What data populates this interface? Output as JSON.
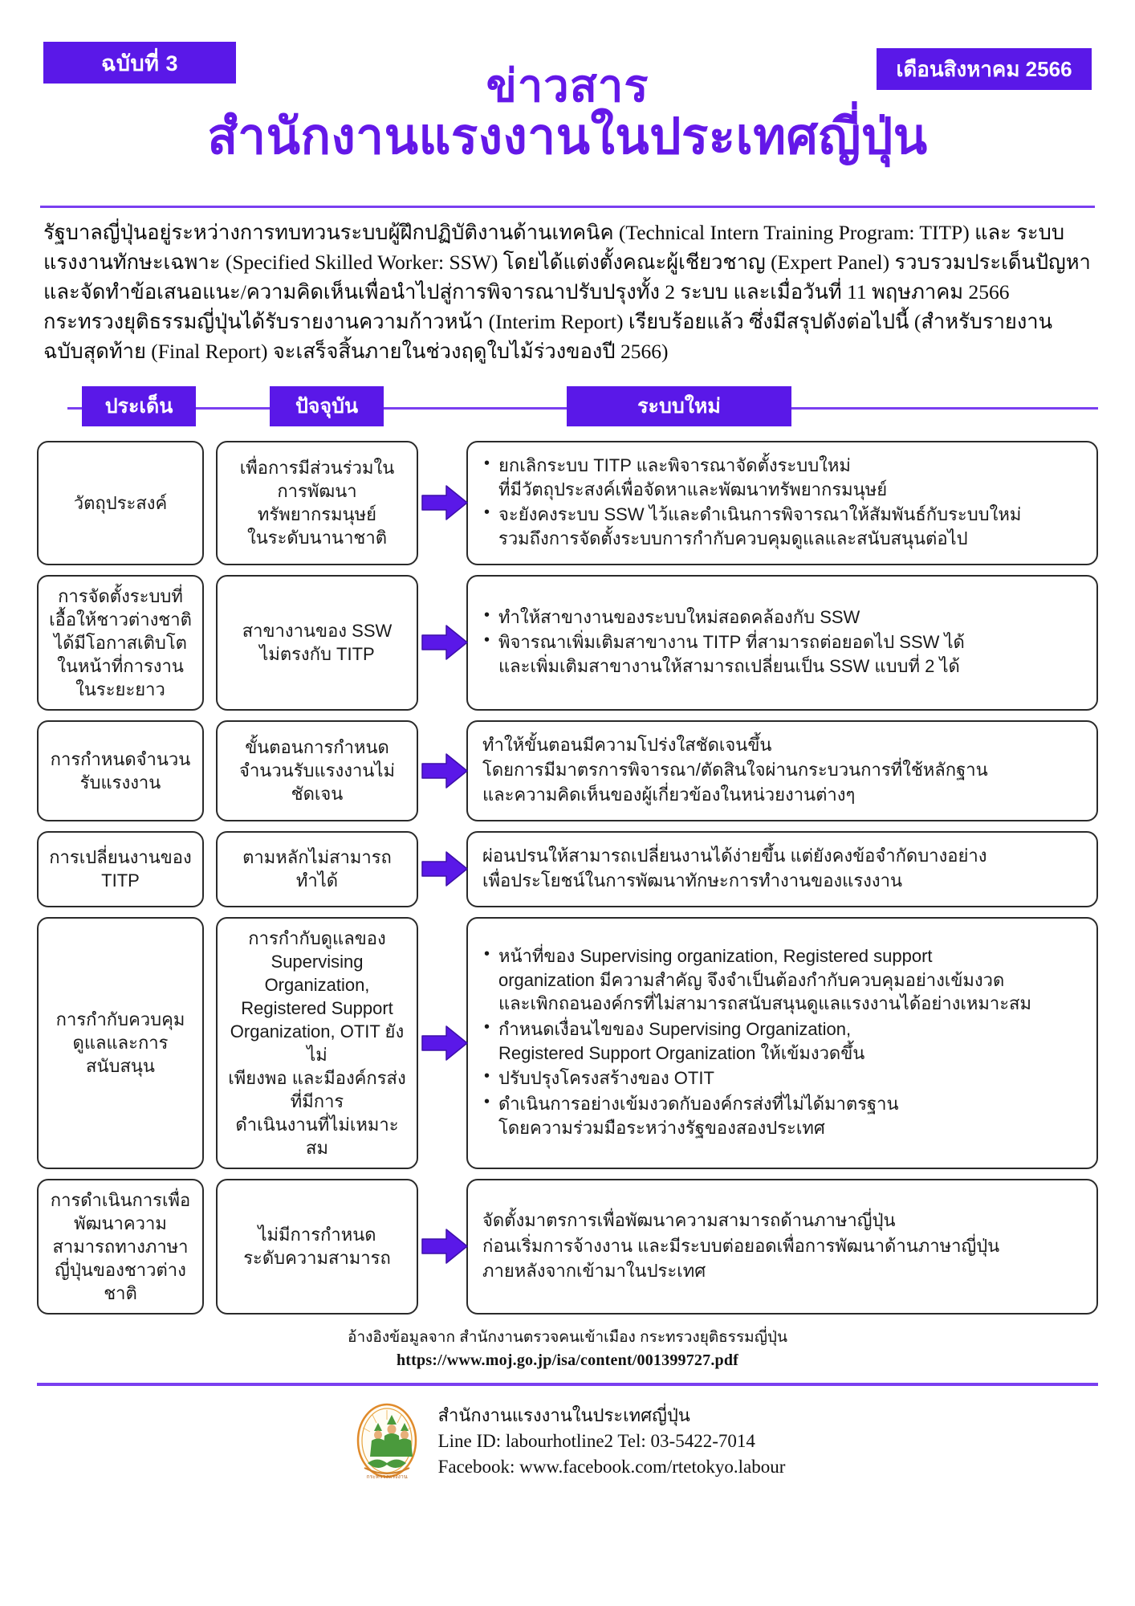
{
  "header": {
    "issue_badge": "ฉบับที่ 3",
    "month_badge": "เดือนสิงหาคม 2566",
    "title_line1": "ข่าวสาร",
    "title_line2": "สำนักงานแรงงานในประเทศญี่ปุ่น",
    "accent_color": "#5a18e8",
    "title_color": "#6418e8",
    "rule_color": "#7a3ff0"
  },
  "intro": {
    "paragraph": "รัฐบาลญี่ปุ่นอยู่ระหว่างการทบทวนระบบผู้ฝึกปฏิบัติงานด้านเทคนิค (Technical Intern Training Program: TITP) และ ระบบแรงงานทักษะเฉพาะ (Specified Skilled Worker: SSW) โดยได้แต่งตั้งคณะผู้เชียวชาญ (Expert Panel) รวบรวมประเด็นปัญหาและจัดทำข้อเสนอแนะ/ความคิดเห็นเพื่อนำไปสู่การพิจารณาปรับปรุงทั้ง 2 ระบบ และเมื่อวันที่ 11 พฤษภาคม 2566 กระทรวงยุติธรรมญี่ปุ่นได้รับรายงานความก้าวหน้า (Interim Report) เรียบร้อยแล้ว ซึ่งมีสรุปดังต่อไปนี้ (สำหรับรายงานฉบับสุดท้าย (Final Report) จะเสร็จสิ้นภายในช่วงฤดูใบไม้ร่วงของปี 2566)"
  },
  "columns": {
    "issue": "ประเด็น",
    "current": "ปัจจุบัน",
    "new_system": "ระบบใหม่"
  },
  "rows": [
    {
      "issue": "วัตถุประสงค์",
      "current": "เพื่อการมีส่วนร่วมในการพัฒนา\nทรัพยากรมนุษย์\nในระดับนานาชาติ",
      "new_bullets": [
        "ยกเลิกระบบ TITP และพิจารณาจัดตั้งระบบใหม่\nที่มีวัตถุประสงค์เพื่อจัดหาและพัฒนาทรัพยากรมนุษย์",
        "จะยังคงระบบ SSW ไว้และดำเนินการพิจารณาให้สัมพันธ์กับระบบใหม่\nรวมถึงการจัดตั้งระบบการกำกับควบคุมดูแลและสนับสนุนต่อไป"
      ]
    },
    {
      "issue": "การจัดตั้งระบบที่เอื้อให้ชาวต่างชาติได้มีโอกาสเติบโตในหน้าที่การงานในระยะยาว",
      "current": "สาขางานของ SSW\nไม่ตรงกับ TITP",
      "new_bullets": [
        "ทำให้สาขางานของระบบใหม่สอดคล้องกับ SSW",
        "พิจารณาเพิ่มเติมสาขางาน TITP ที่สามารถต่อยอดไป SSW ได้\nและเพิ่มเติมสาขางานให้สามารถเปลี่ยนเป็น SSW แบบที่ 2 ได้"
      ]
    },
    {
      "issue": "การกำหนดจำนวนรับแรงงาน",
      "current": "ขั้นตอนการกำหนด\nจำนวนรับแรงงานไม่ชัดเจน",
      "new_lines": [
        "ทำให้ขั้นตอนมีความโปร่งใสชัดเจนขึ้น",
        "โดยการมีมาตรการพิจารณา/ตัดสินใจผ่านกระบวนการที่ใช้หลักฐาน",
        "และความคิดเห็นของผู้เกี่ยวข้องในหน่วยงานต่างๆ"
      ]
    },
    {
      "issue": "การเปลี่ยนงานของ\nTITP",
      "current": "ตามหลักไม่สามารถทำได้",
      "new_lines": [
        "ผ่อนปรนให้สามารถเปลี่ยนงานได้ง่ายขึ้น แต่ยังคงข้อจำกัดบางอย่าง",
        "เพื่อประโยชน์ในการพัฒนาทักษะการทำงานของแรงงาน"
      ]
    },
    {
      "issue": "การกำกับควบคุมดูแลและการสนับสนุน",
      "current": "การกำกับดูแลของ\nSupervising Organization,\nRegistered Support\nOrganization, OTIT ยังไม่\nเพียงพอ และมีองค์กรส่งที่มีการ\nดำเนินงานที่ไม่เหมาะสม",
      "new_bullets": [
        "หน้าที่ของ Supervising organization, Registered support\norganization มีความสำคัญ จึงจำเป็นต้องกำกับควบคุมอย่างเข้มงวด\nและเพิกถอนองค์กรที่ไม่สามารถสนับสนุนดูแลแรงงานได้อย่างเหมาะสม",
        "กำหนดเงื่อนไขของ Supervising Organization,\nRegistered Support Organization ให้เข้มงวดขึ้น",
        "ปรับปรุงโครงสร้างของ OTIT",
        "ดำเนินการอย่างเข้มงวดกับองค์กรส่งที่ไม่ได้มาตรฐาน\nโดยความร่วมมือระหว่างรัฐของสองประเทศ"
      ]
    },
    {
      "issue": "การดำเนินการเพื่อพัฒนาความสามารถทางภาษาญี่ปุ่นของชาวต่างชาติ",
      "current": "ไม่มีการกำหนด\nระดับความสามารถ",
      "new_lines": [
        "จัดตั้งมาตรการเพื่อพัฒนาความสามารถด้านภาษาญี่ปุ่น",
        "ก่อนเริ่มการจ้างงาน และมีระบบต่อยอดเพื่อการพัฒนาด้านภาษาญี่ปุ่น",
        "ภายหลังจากเข้ามาในประเทศ"
      ]
    }
  ],
  "citation": {
    "source": "อ้างอิงข้อมูลจาก สำนักงานตรวจคนเข้าเมือง กระทรวงยุติธรรมญี่ปุ่น",
    "url": "https://www.moj.go.jp/isa/content/001399727.pdf"
  },
  "footer": {
    "office": "สำนักงานแรงงานในประเทศญี่ปุ่น",
    "line_tel": "Line ID: labourhotline2  Tel: 03-5422-7014",
    "facebook": "Facebook:  www.facebook.com/rtetokyo.labour",
    "seal_label": "กระทรวงแรงงาน"
  }
}
